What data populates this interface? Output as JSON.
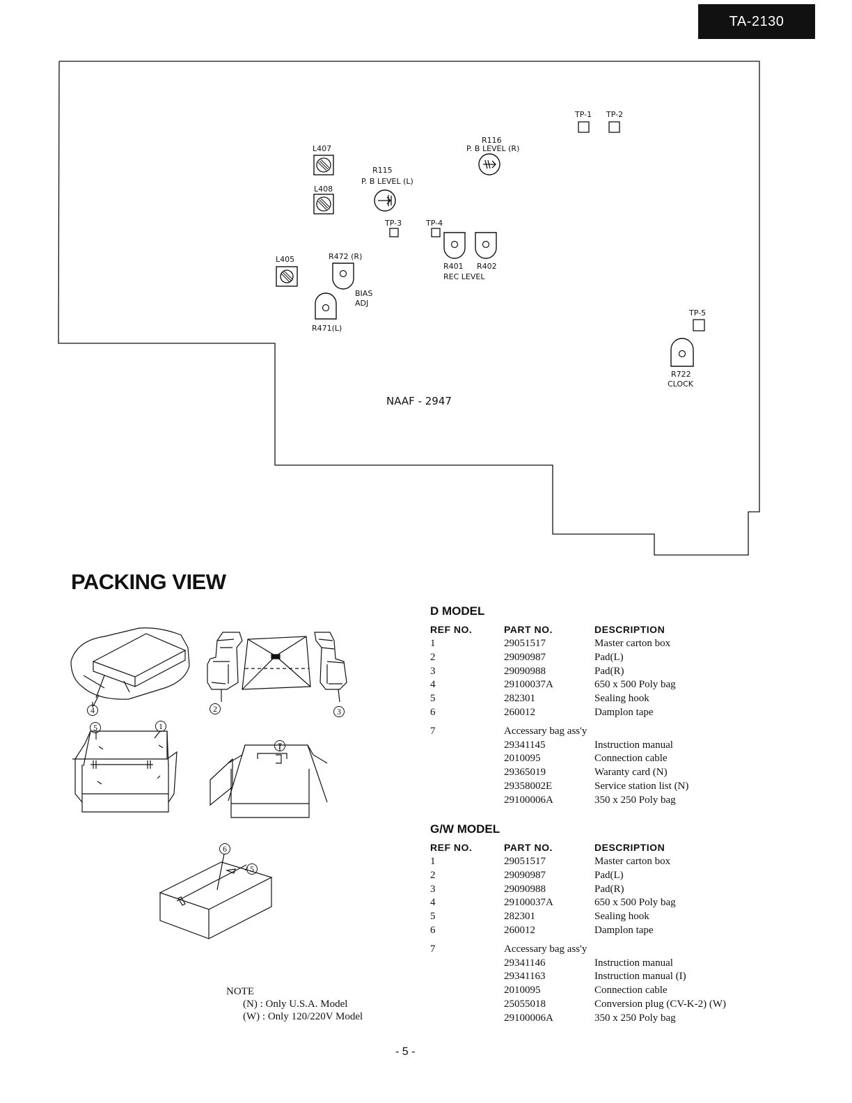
{
  "header": {
    "model": "TA-2130"
  },
  "board": {
    "id": "NAAF - 2947",
    "labels": {
      "tp1": "TP-1",
      "tp2": "TP-2",
      "tp3": "TP-3",
      "tp4": "TP-4",
      "tp5": "TP-5",
      "r116": "R116",
      "r116_fn": "P. B LEVEL (R)",
      "r115": "R115",
      "r115_fn": "P. B LEVEL (L)",
      "l407": "L407",
      "l408": "L408",
      "l405": "L405",
      "r472": "R472 (R)",
      "r471": "R471(L)",
      "bias1": "BIAS",
      "bias2": "ADJ",
      "r401": "R401",
      "r402": "R402",
      "rec": "REC LEVEL",
      "r722": "R722",
      "clock": "CLOCK"
    }
  },
  "packing": {
    "title": "PACKING VIEW",
    "callouts": {
      "c1": "1",
      "c2": "2",
      "c3": "3",
      "c4": "4",
      "c5": "5",
      "c6": "6",
      "c7": "7"
    },
    "note": {
      "title": "NOTE",
      "line1": "(N) : Only U.S.A. Model",
      "line2": "(W) : Only 120/220V Model"
    }
  },
  "columns": {
    "ref": "REF NO.",
    "part": "PART NO.",
    "desc": "DESCRIPTION"
  },
  "d_model": {
    "title": "D MODEL",
    "rows": [
      {
        "ref": "1",
        "part": "29051517",
        "desc": "Master carton box"
      },
      {
        "ref": "2",
        "part": "29090987",
        "desc": "Pad(L)"
      },
      {
        "ref": "3",
        "part": "29090988",
        "desc": "Pad(R)"
      },
      {
        "ref": "4",
        "part": "29100037A",
        "desc": "650 x 500 Poly bag"
      },
      {
        "ref": "5",
        "part": "282301",
        "desc": "Sealing hook"
      },
      {
        "ref": "6",
        "part": "260012",
        "desc": "Damplon tape"
      }
    ],
    "accessory": {
      "ref": "7",
      "title": "Accessary bag ass'y"
    },
    "accessory_rows": [
      {
        "part": "29341145",
        "desc": "Instruction manual"
      },
      {
        "part": "2010095",
        "desc": "Connection cable"
      },
      {
        "part": "29365019",
        "desc": "Waranty card (N)"
      },
      {
        "part": "29358002E",
        "desc": "Service station list (N)"
      },
      {
        "part": "29100006A",
        "desc": "350 x 250 Poly bag"
      }
    ]
  },
  "gw_model": {
    "title": "G/W MODEL",
    "rows": [
      {
        "ref": "1",
        "part": "29051517",
        "desc": "Master carton box"
      },
      {
        "ref": "2",
        "part": "29090987",
        "desc": "Pad(L)"
      },
      {
        "ref": "3",
        "part": "29090988",
        "desc": "Pad(R)"
      },
      {
        "ref": "4",
        "part": "29100037A",
        "desc": "650 x 500 Poly bag"
      },
      {
        "ref": "5",
        "part": "282301",
        "desc": "Sealing hook"
      },
      {
        "ref": "6",
        "part": "260012",
        "desc": "Damplon tape"
      }
    ],
    "accessory": {
      "ref": "7",
      "title": "Accessary bag ass'y"
    },
    "accessory_rows": [
      {
        "part": "29341146",
        "desc": "Instruction manual"
      },
      {
        "part": "29341163",
        "desc": "Instruction manual (I)"
      },
      {
        "part": "2010095",
        "desc": "Connection cable"
      },
      {
        "part": "25055018",
        "desc": "Conversion plug (CV-K-2) (W)"
      },
      {
        "part": "29100006A",
        "desc": "350 x 250 Poly bag"
      }
    ]
  },
  "footer": {
    "page": "- 5 -"
  }
}
